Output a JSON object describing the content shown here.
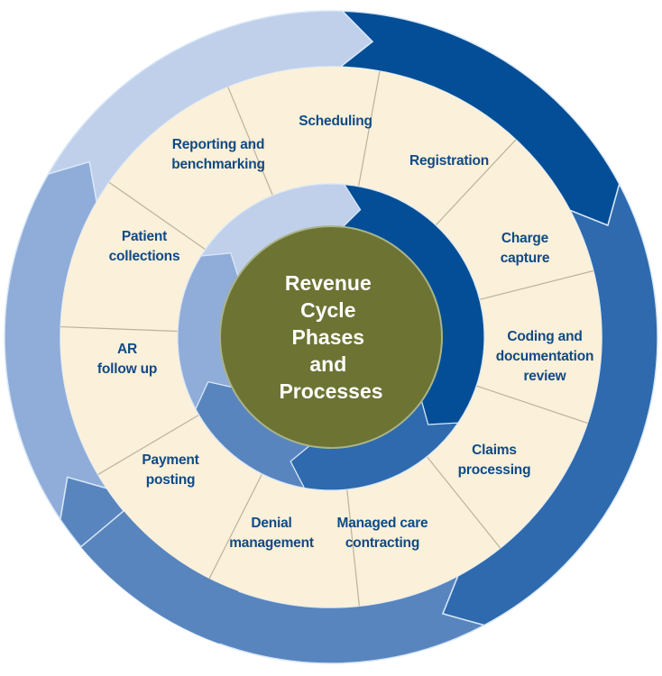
{
  "title": "Revenue Cycle Phases and Processes",
  "center": {
    "lines": [
      "Revenue",
      "Cycle",
      "Phases",
      "and",
      "Processes"
    ]
  },
  "segments": [
    {
      "lines": [
        "Scheduling"
      ]
    },
    {
      "lines": [
        "Registration"
      ]
    },
    {
      "lines": [
        "Charge",
        "capture"
      ]
    },
    {
      "lines": [
        "Coding and",
        "documentation",
        "review"
      ]
    },
    {
      "lines": [
        "Claims",
        "processing"
      ]
    },
    {
      "lines": [
        "Managed care",
        "contracting"
      ]
    },
    {
      "lines": [
        "Denial",
        "management"
      ]
    },
    {
      "lines": [
        "Payment",
        "posting"
      ]
    },
    {
      "lines": [
        "AR",
        "follow up"
      ]
    },
    {
      "lines": [
        "Patient",
        "collections"
      ]
    },
    {
      "lines": [
        "Reporting and",
        "benchmarking"
      ]
    }
  ],
  "phases": [
    {
      "name": "phase-1",
      "color": "#c1d0ea"
    },
    {
      "name": "phase-2",
      "color": "#034e96"
    },
    {
      "name": "phase-3",
      "color": "#2e6aad"
    },
    {
      "name": "phase-4",
      "color": "#5985bf"
    },
    {
      "name": "phase-5",
      "color": "#90acd8"
    }
  ],
  "colors": {
    "segment_fill": "#fbf0d9",
    "divider": "#b9b39e",
    "center_fill": "#6d7333",
    "center_stroke": "#a9b48a",
    "arrow_edge": "#d8e8f8",
    "label": "#0f4a86"
  }
}
